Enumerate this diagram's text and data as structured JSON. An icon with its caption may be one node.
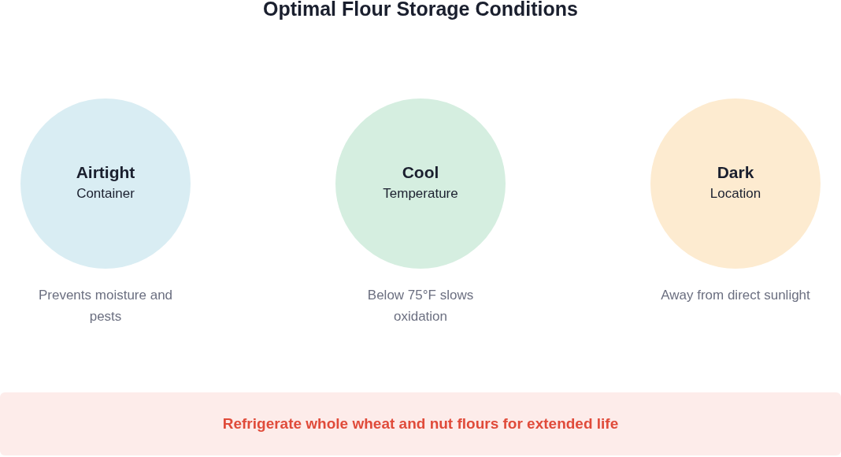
{
  "diagram": {
    "title": "Optimal Flour Storage Conditions",
    "nodes": [
      {
        "text": [
          "Airtight",
          "Container"
        ],
        "beside": [
          "Prevents moisture and pests"
        ]
      },
      {
        "text": [
          "Cool",
          "Temperature"
        ],
        "beside": [
          "Below 75°F slows oxidation"
        ]
      },
      {
        "text": [
          "Dark",
          "Location"
        ],
        "beside": [
          "Away from direct sunlight"
        ]
      },
      {
        "text": [
          "Refrigerate whole wheat and nut flours for extended life"
        ]
      }
    ]
  }
}
